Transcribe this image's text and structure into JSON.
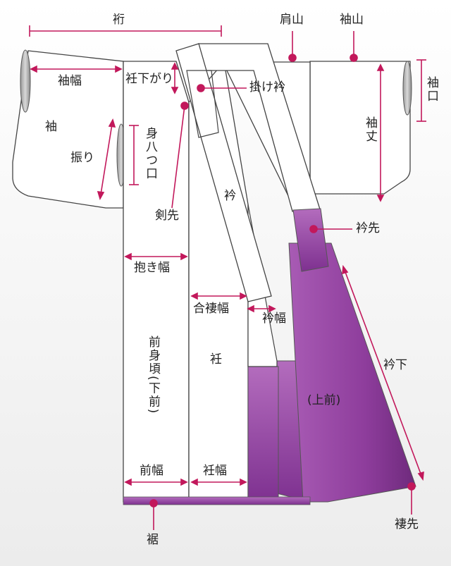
{
  "labels": {
    "yuki": "裄",
    "katayama": "肩山",
    "sodeyama": "袖山",
    "sodehaba": "袖幅",
    "sode": "袖",
    "furi": "振り",
    "okumisagari": "衽下がり",
    "miyatsukuchi": "身八つ口",
    "kakeeri": "掛け衿",
    "sodeguchi": "袖口",
    "sodetake": "袖丈",
    "eri": "衿",
    "kensaki": "剣先",
    "erisaki": "衿先",
    "dakihaba": "抱き幅",
    "aiwakihaba": "合褄幅",
    "erihaba": "衿幅",
    "erishita": "衿下",
    "maemigoro": "前身頃(下前)",
    "okumi": "衽",
    "uwamae": "(上前)",
    "maehaba": "前幅",
    "okumihaba": "衽幅",
    "suso": "裾",
    "tsumasaki": "褄先"
  },
  "colors": {
    "accent": "#c2185b",
    "purple": "#8e3d9c",
    "outline": "#444444"
  }
}
